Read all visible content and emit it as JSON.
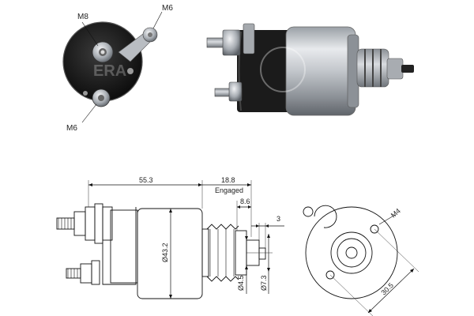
{
  "photo_labels": {
    "m8": "M8",
    "m6_top": "M6",
    "m6_bottom": "M6"
  },
  "dimensions": {
    "body_length": "55.3",
    "stroke": "18.8",
    "stroke_note": "Engaged",
    "plunger_offset": "8.6",
    "small_gap": "3",
    "body_diameter": "Ø43.2",
    "shaft_diameter": "Ø4.5",
    "tip_diameter": "Ø7.3",
    "mount_thread": "M4",
    "mount_spacing": "30.5"
  },
  "watermark": "ERA",
  "colors": {
    "body_silver": "#c9ccd0",
    "body_dark": "#1c1c1c",
    "metal": "#b8bcc2",
    "line": "#111111"
  }
}
